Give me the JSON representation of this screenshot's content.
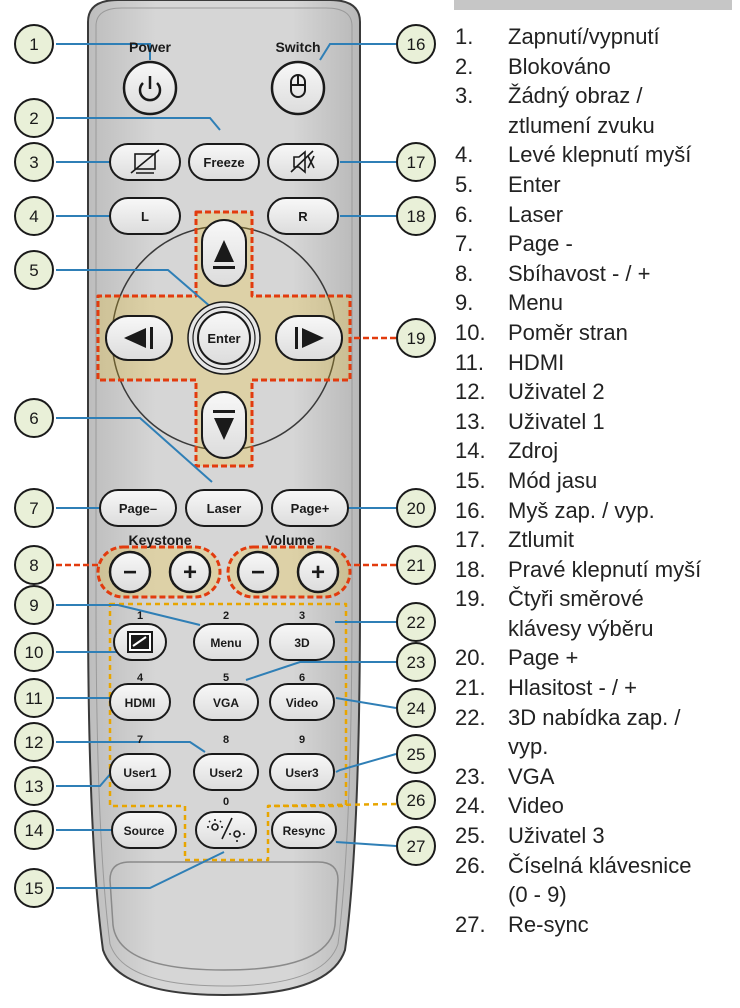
{
  "remote": {
    "labels": {
      "power": "Power",
      "switch": "Switch",
      "freeze": "Freeze",
      "l": "L",
      "r": "R",
      "enter": "Enter",
      "page_minus": "Page–",
      "laser": "Laser",
      "page_plus": "Page+",
      "keystone": "Keystone",
      "volume": "Volume",
      "minus": "−",
      "plus": "+",
      "menu": "Menu",
      "three_d": "3D",
      "hdmi": "HDMI",
      "vga": "VGA",
      "video": "Video",
      "user1": "User1",
      "user2": "User2",
      "user3": "User3",
      "source": "Source",
      "resync": "Resync"
    },
    "key_digits": [
      "1",
      "2",
      "3",
      "4",
      "5",
      "6",
      "7",
      "8",
      "9",
      "0"
    ],
    "callouts": [
      "1",
      "2",
      "3",
      "4",
      "5",
      "6",
      "7",
      "8",
      "9",
      "10",
      "11",
      "12",
      "13",
      "14",
      "15",
      "16",
      "17",
      "18",
      "19",
      "20",
      "21",
      "22",
      "23",
      "24",
      "25",
      "26",
      "27"
    ]
  },
  "legend": [
    {
      "num": "1.",
      "text": "Zapnutí/vypnutí"
    },
    {
      "num": "2.",
      "text": "Blokováno"
    },
    {
      "num": "3.",
      "text": "Žádný obraz /"
    },
    {
      "num": "",
      "text": "ztlumení zvuku"
    },
    {
      "num": "4.",
      "text": "Levé klepnutí myší"
    },
    {
      "num": "5.",
      "text": "Enter"
    },
    {
      "num": "6.",
      "text": "Laser"
    },
    {
      "num": "7.",
      "text": "Page -"
    },
    {
      "num": "8.",
      "text": "Sbíhavost - / +"
    },
    {
      "num": "9.",
      "text": "Menu"
    },
    {
      "num": "10.",
      "text": "Poměr stran"
    },
    {
      "num": "11.",
      "text": "HDMI"
    },
    {
      "num": "12.",
      "text": "Uživatel 2"
    },
    {
      "num": "13.",
      "text": "Uživatel 1"
    },
    {
      "num": "14.",
      "text": "Zdroj"
    },
    {
      "num": "15.",
      "text": "Mód jasu"
    },
    {
      "num": "16.",
      "text": "Myš zap. / vyp."
    },
    {
      "num": "17.",
      "text": " Ztlumit"
    },
    {
      "num": "18.",
      "text": "Pravé klepnutí myší"
    },
    {
      "num": "19.",
      "text": "Čtyři směrové"
    },
    {
      "num": "",
      "text": "klávesy výběru"
    },
    {
      "num": "20.",
      "text": "Page +"
    },
    {
      "num": "21.",
      "text": "Hlasitost - / +"
    },
    {
      "num": "22.",
      "text": "3D nabídka zap. /"
    },
    {
      "num": "",
      "text": "vyp."
    },
    {
      "num": "23.",
      "text": "VGA"
    },
    {
      "num": "24.",
      "text": "Video"
    },
    {
      "num": "25.",
      "text": "Uživatel 3"
    },
    {
      "num": "26.",
      "text": "Číselná klávesnice"
    },
    {
      "num": "",
      "text": "(0 - 9)"
    },
    {
      "num": "27.",
      "text": "Re-sync"
    }
  ],
  "colors": {
    "body": "#d0d0d0",
    "body_edge": "#3a3a3a",
    "key": "#ececec",
    "leader": "#2f7fb6",
    "callout_fill": "#e9f0d8",
    "highlight": "#e23b0e",
    "highlight_fill": "#f2c21b"
  }
}
